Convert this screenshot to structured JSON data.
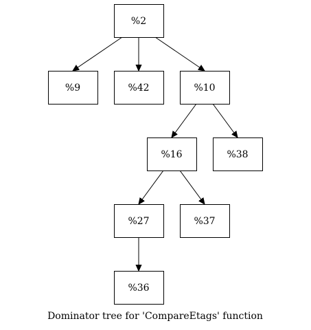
{
  "graph": {
    "caption": "Dominator tree for 'CompareEtags' function",
    "nodes": [
      {
        "id": "n2",
        "label": "%2"
      },
      {
        "id": "n9",
        "label": "%9"
      },
      {
        "id": "n42",
        "label": "%42"
      },
      {
        "id": "n10",
        "label": "%10"
      },
      {
        "id": "n16",
        "label": "%16"
      },
      {
        "id": "n38",
        "label": "%38"
      },
      {
        "id": "n27",
        "label": "%27"
      },
      {
        "id": "n37",
        "label": "%37"
      },
      {
        "id": "n36",
        "label": "%36"
      }
    ],
    "edges": [
      {
        "from": "n2",
        "to": "n9"
      },
      {
        "from": "n2",
        "to": "n42"
      },
      {
        "from": "n2",
        "to": "n10"
      },
      {
        "from": "n10",
        "to": "n16"
      },
      {
        "from": "n10",
        "to": "n38"
      },
      {
        "from": "n16",
        "to": "n27"
      },
      {
        "from": "n16",
        "to": "n37"
      },
      {
        "from": "n27",
        "to": "n36"
      }
    ]
  }
}
